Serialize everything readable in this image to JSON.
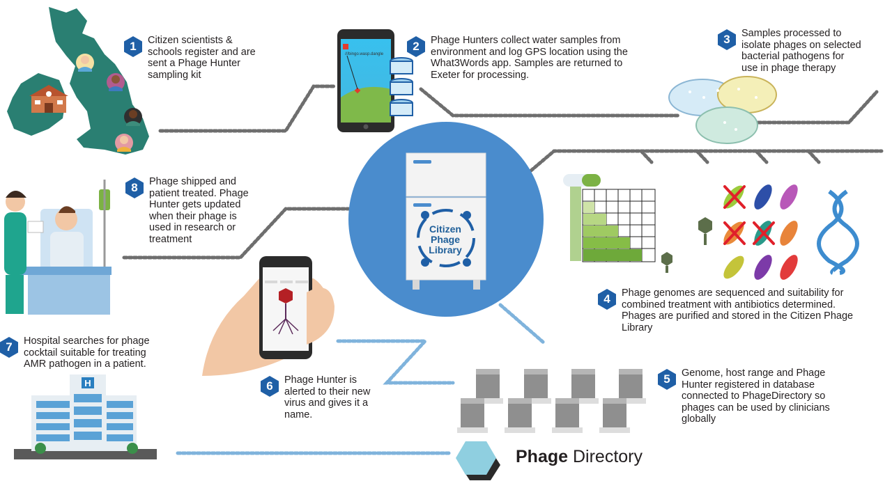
{
  "steps": [
    {
      "num": "1",
      "text": "Citizen scientists &\nschools register and are\nsent a Phage Hunter\nsampling kit"
    },
    {
      "num": "2",
      "text": "Phage Hunters collect water samples from\nenvironment and log GPS location using the\nWhat3Words app. Samples are returned to\nExeter for processing."
    },
    {
      "num": "3",
      "text": "Samples processed to\nisolate phages on selected\nbacterial pathogens for\nuse in phage therapy"
    },
    {
      "num": "4",
      "text": "Phage genomes are sequenced and suitability for\ncombined treatment with antibiotics determined.\nPhages are purified and stored in the Citizen Phage\nLibrary"
    },
    {
      "num": "5",
      "text": "Genome, host range and Phage\nHunter registered in database\nconnected to PhageDirectory so\nphages can be used by clinicians\nglobally"
    },
    {
      "num": "6",
      "text": "Phage Hunter is\nalerted to their new\nvirus and gives it a\nname."
    },
    {
      "num": "7",
      "text": "Hospital searches for phage\ncocktail suitable for treating\nAMR pathogen in a patient."
    },
    {
      "num": "8",
      "text": "Phage shipped and\npatient treated. Phage\nHunter gets updated\nwhen their phage is\nused in research or\ntreatment"
    }
  ],
  "library": {
    "line1": "Citizen",
    "line2": "Phage",
    "line3": "Library"
  },
  "phage_directory": {
    "bold": "Phage",
    "rest": " Directory"
  },
  "phone_w3w": "///bingo.wasp.dangle",
  "hospital_sign": "H",
  "colors": {
    "hex_blue": "#1f5fa6",
    "circle_blue": "#4a8ccd",
    "map_teal": "#2a7f72",
    "dots_dark": "#6b6b6b",
    "dots_blue": "#7aaed8"
  }
}
